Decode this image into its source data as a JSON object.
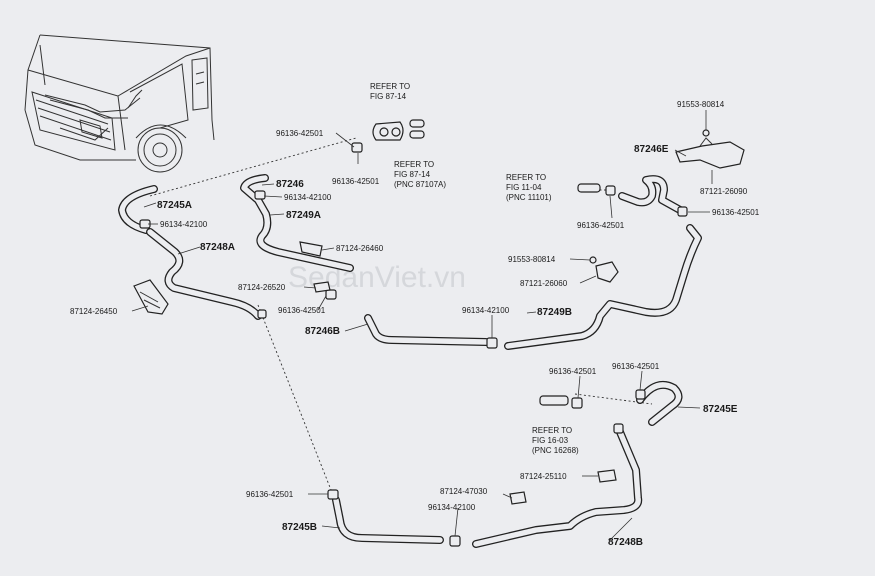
{
  "watermark": "SedanViet.vn",
  "labels": {
    "p87245a": "87245A",
    "p96134_42100_a": "96134-42100",
    "p87248a": "87248A",
    "p87124_26450": "87124-26450",
    "p96136_42501_a": "96136-42501",
    "p96136_42501_b": "96136-42501",
    "p87246": "87246",
    "p96134_42100_b": "96134-42100",
    "p87249a": "87249A",
    "p87124_26460": "87124-26460",
    "p87124_26520": "87124-26520",
    "p96136_42501_c": "96136-42501",
    "p87246b": "87246B",
    "p96134_42100_c": "96134-42100",
    "p87249b": "87249B",
    "p91553_80814_a": "91553-80814",
    "p87246e": "87246E",
    "p87121_26090": "87121-26090",
    "p96136_42501_d": "96136-42501",
    "p96136_42501_e": "96136-42501",
    "p91553_80814_b": "91553-80814",
    "p87121_26060": "87121-26060",
    "p96136_42501_f": "96136-42501",
    "p96136_42501_g": "96136-42501",
    "p87245e": "87245E",
    "p87124_25110": "87124-25110",
    "p87124_47030": "87124-47030",
    "p96134_42100_d": "96134-42100",
    "p87248b": "87248B",
    "p96136_42501_h": "96136-42501",
    "p87245b": "87245B"
  },
  "references": {
    "ref1_l1": "REFER TO",
    "ref1_l2": "FIG 87-14",
    "ref2_l1": "REFER TO",
    "ref2_l2": "FIG 87-14",
    "ref2_l3": "(PNC 87107A)",
    "ref3_l1": "REFER TO",
    "ref3_l2": "FIG 11-04",
    "ref3_l3": "(PNC 11101)",
    "ref4_l1": "REFER TO",
    "ref4_l2": "FIG 16-03",
    "ref4_l3": "(PNC 16268)"
  }
}
